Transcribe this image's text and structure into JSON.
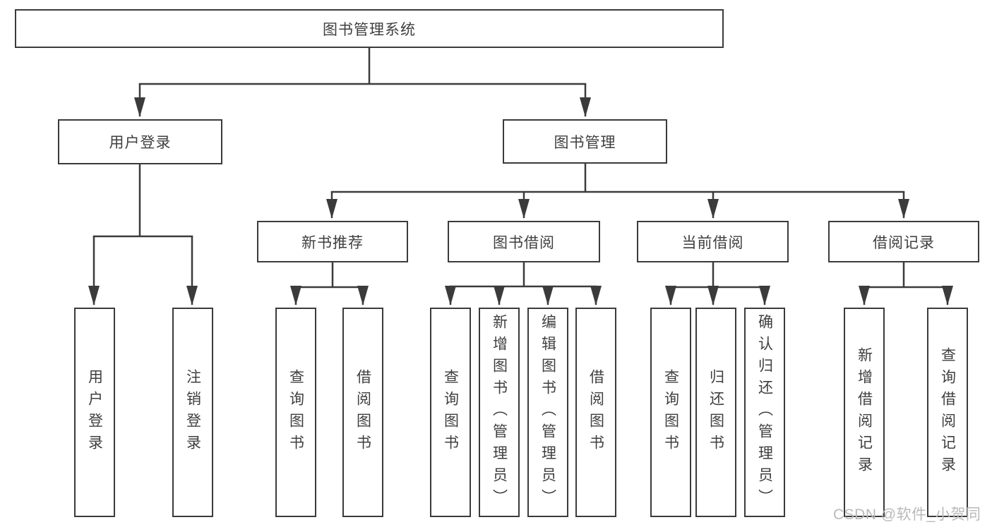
{
  "root": {
    "label": "图书管理系统"
  },
  "user_login": {
    "label": "用户登录",
    "children": [
      {
        "label": "用户登录"
      },
      {
        "label": "注销登录"
      }
    ]
  },
  "book_mgmt": {
    "label": "图书管理",
    "sections": [
      {
        "label": "新书推荐",
        "children": [
          {
            "label": "查询图书"
          },
          {
            "label": "借阅图书"
          }
        ]
      },
      {
        "label": "图书借阅",
        "children": [
          {
            "label": "查询图书"
          },
          {
            "label": "新增图书（管理员）"
          },
          {
            "label": "编辑图书（管理员）"
          },
          {
            "label": "借阅图书"
          }
        ]
      },
      {
        "label": "当前借阅",
        "children": [
          {
            "label": "查询图书"
          },
          {
            "label": "归还图书"
          },
          {
            "label": "确认归还（管理员）"
          }
        ]
      },
      {
        "label": "借阅记录",
        "children": [
          {
            "label": "新增借阅记录"
          },
          {
            "label": "查询借阅记录"
          }
        ]
      }
    ]
  },
  "watermark": "CSDN @软件_小贺同学",
  "colors": {
    "line": "#3b3b3b",
    "text": "#3f3f3f",
    "watermark": "#b9b9b9",
    "background": "#ffffff"
  }
}
